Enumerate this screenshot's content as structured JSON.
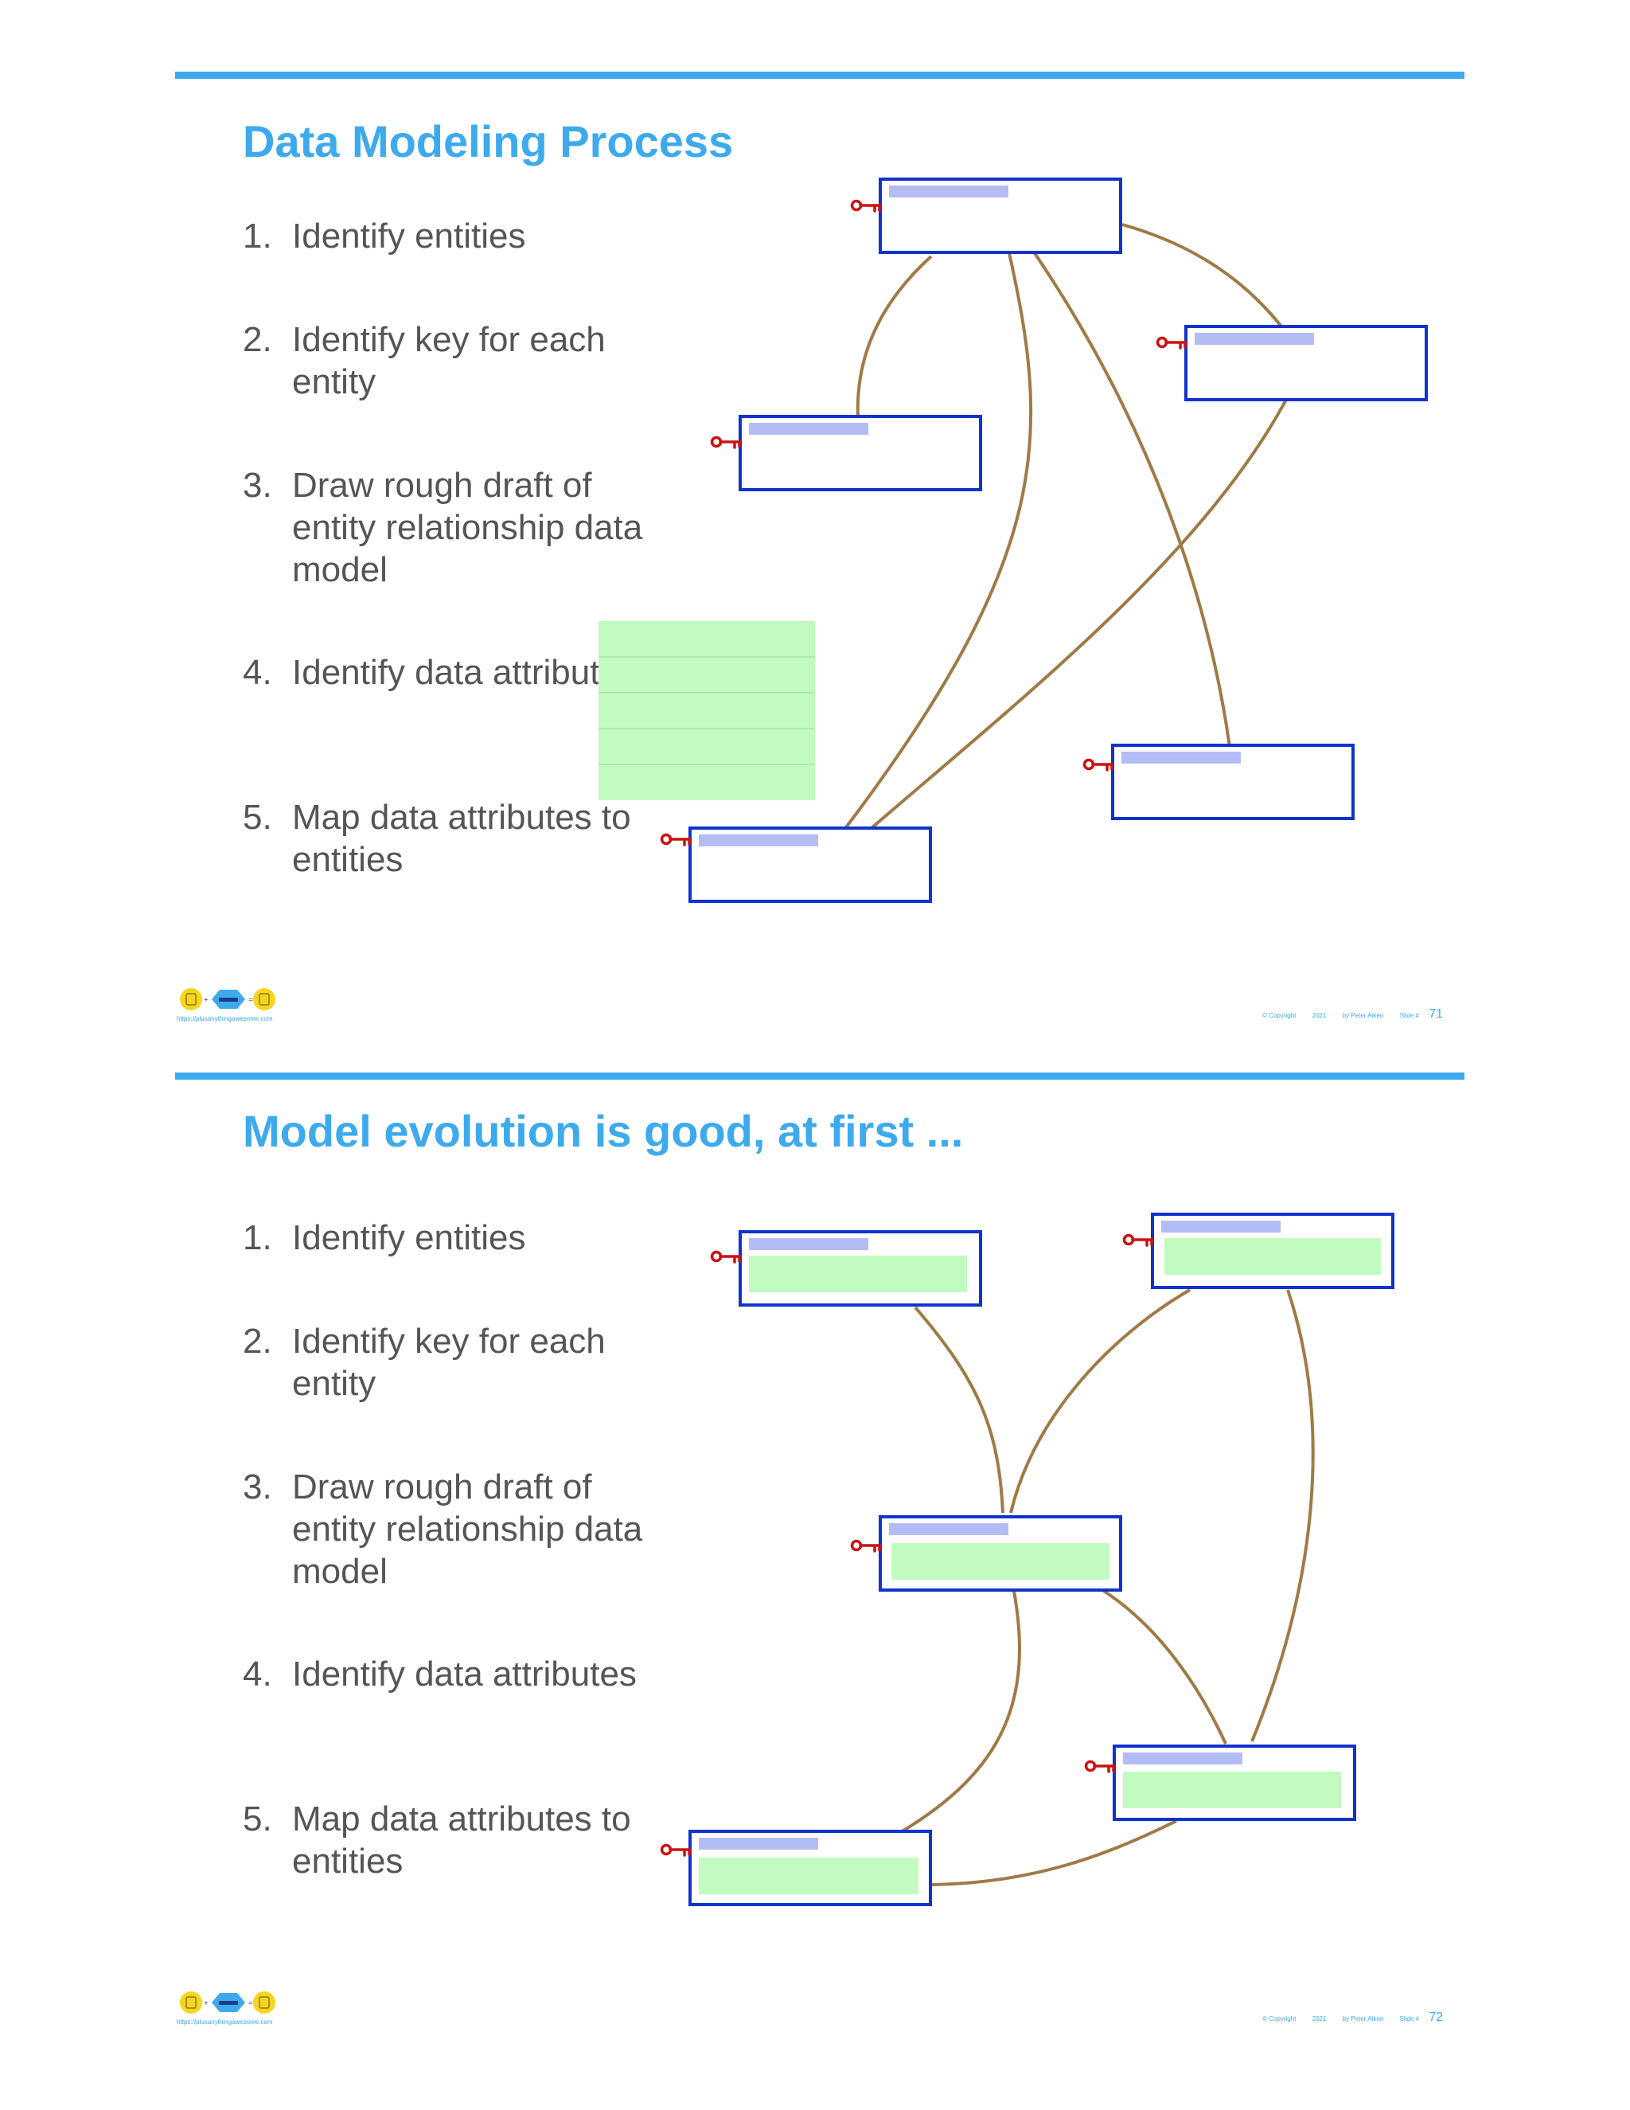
{
  "colors": {
    "accent": "#3daaee",
    "entity_border": "#1133cc",
    "entity_header": "#b3bcf5",
    "attribute_fill": "#c2fbbf",
    "relationship": "#a07a45",
    "key": "#cc1111",
    "text": "#555555"
  },
  "slides": [
    {
      "title": "Data Modeling Process",
      "steps": [
        {
          "num": "1.",
          "text": "Identify entities"
        },
        {
          "num": "2.",
          "text": "Identify key for each entity"
        },
        {
          "num": "3.",
          "text": "Draw rough draft of entity relationship data model"
        },
        {
          "num": "4.",
          "text": "Identify data attributes"
        },
        {
          "num": "5.",
          "text": "Map data attributes to entities"
        }
      ],
      "logo_url": "https://plusanythingawesome.com",
      "footer": {
        "copyright": "© Copyright",
        "year": "2021",
        "author": "by Peter Aiken",
        "slide_label": "Slide #",
        "slide_number": "71"
      }
    },
    {
      "title": "Model evolution is good, at first ...",
      "steps": [
        {
          "num": "1.",
          "text": "Identify entities"
        },
        {
          "num": "2.",
          "text": "Identify key for each entity"
        },
        {
          "num": "3.",
          "text": "Draw rough draft of entity relationship data model"
        },
        {
          "num": "4.",
          "text": "Identify data attributes"
        },
        {
          "num": "5.",
          "text": "Map data attributes to entities"
        }
      ],
      "logo_url": "https://plusanythingawesome.com",
      "footer": {
        "copyright": "© Copyright",
        "year": "2021",
        "author": "by Peter Aiken",
        "slide_label": "Slide #",
        "slide_number": "72"
      }
    }
  ]
}
